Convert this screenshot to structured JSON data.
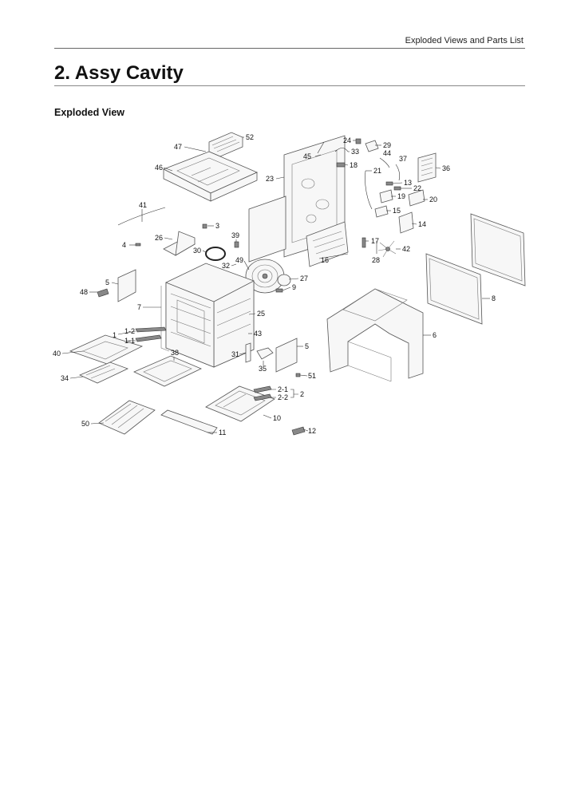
{
  "page": {
    "running_header": "Exploded Views and Parts List",
    "section_title": "2.  Assy Cavity",
    "subsection_title": "Exploded View"
  },
  "callouts": {
    "c52": "52",
    "c47": "47",
    "c46": "46",
    "c41": "41",
    "c3": "3",
    "c26": "26",
    "c4": "4",
    "c39": "39",
    "c30": "30",
    "c32": "32",
    "c49": "49",
    "c5a": "5",
    "c48": "48",
    "c7": "7",
    "c1_2": "1-2",
    "c1": "1",
    "c1_1": "1-1",
    "c40": "40",
    "c38": "38",
    "c34": "34",
    "c50": "50",
    "c11": "11",
    "c25": "25",
    "c43": "43",
    "c31": "31",
    "c35": "35",
    "c5b": "5",
    "c51": "51",
    "c2_1": "2-1",
    "c2": "2",
    "c2_2": "2-2",
    "c10": "10",
    "c12": "12",
    "c24": "24",
    "c29": "29",
    "c33": "33",
    "c44": "44",
    "c45": "45",
    "c37": "37",
    "c18": "18",
    "c36": "36",
    "c21": "21",
    "c23": "23",
    "c13": "13",
    "c22": "22",
    "c19": "19",
    "c20": "20",
    "c15": "15",
    "c14": "14",
    "c16": "16",
    "c17": "17",
    "c27": "27",
    "c28": "28",
    "c42": "42",
    "c9": "9",
    "c8": "8",
    "c6": "6"
  }
}
